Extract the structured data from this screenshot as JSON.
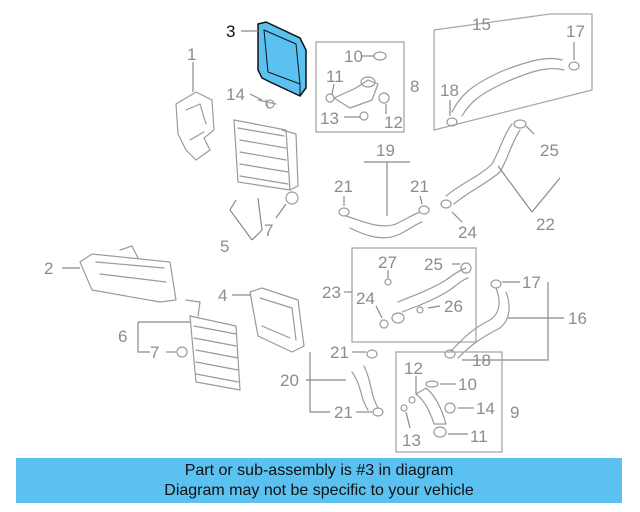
{
  "diagram": {
    "highlight_color": "#5bc1f0",
    "callouts": {
      "c1": "1",
      "c2": "2",
      "c3": "3",
      "c4": "4",
      "c5": "5",
      "c6": "6",
      "c7a": "7",
      "c7b": "7",
      "c8": "8",
      "c9": "9",
      "c10a": "10",
      "c10b": "10",
      "c11a": "11",
      "c11b": "11",
      "c12a": "12",
      "c12b": "12",
      "c13a": "13",
      "c13b": "13",
      "c14a": "14",
      "c14b": "14",
      "c15": "15",
      "c16": "16",
      "c17a": "17",
      "c17b": "17",
      "c18a": "18",
      "c18b": "18",
      "c19": "19",
      "c20": "20",
      "c21a": "21",
      "c21b": "21",
      "c21c": "21",
      "c21d": "21",
      "c22": "22",
      "c23": "23",
      "c24a": "24",
      "c24b": "24",
      "c25a": "25",
      "c25b": "25",
      "c26": "26",
      "c27": "27"
    }
  },
  "banner": {
    "line1": "Part or sub-assembly is #3 in diagram",
    "line2": "Diagram may not be specific to your vehicle",
    "color": "#5bc1f0"
  }
}
